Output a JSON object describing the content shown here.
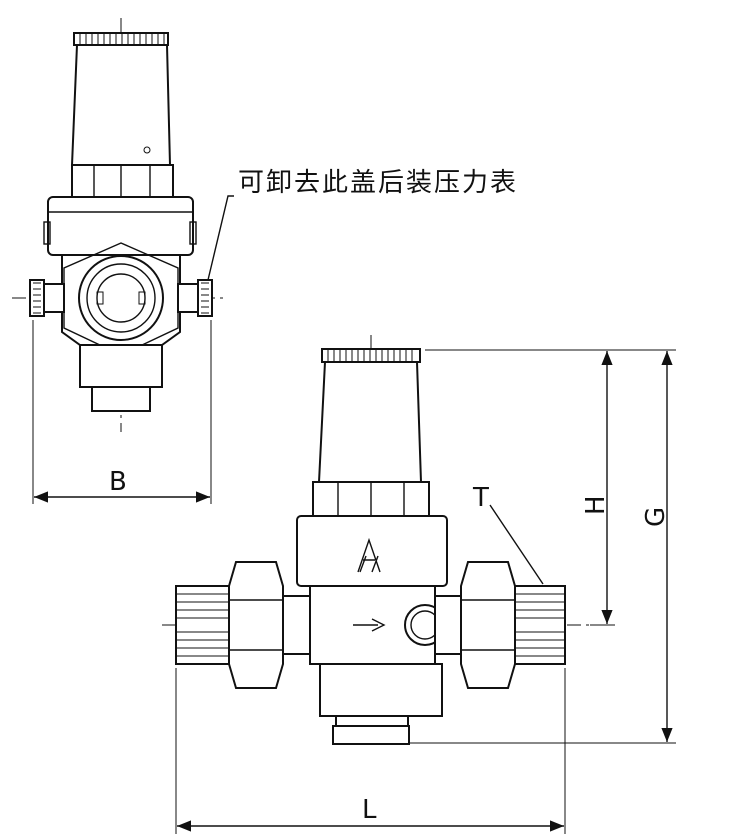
{
  "annotation": {
    "text": "可卸去此盖后装压力表"
  },
  "dimensions": {
    "B": "B",
    "L": "L",
    "H": "H",
    "G": "G",
    "T": "T"
  },
  "colors": {
    "line": "#111111",
    "background": "#ffffff"
  }
}
